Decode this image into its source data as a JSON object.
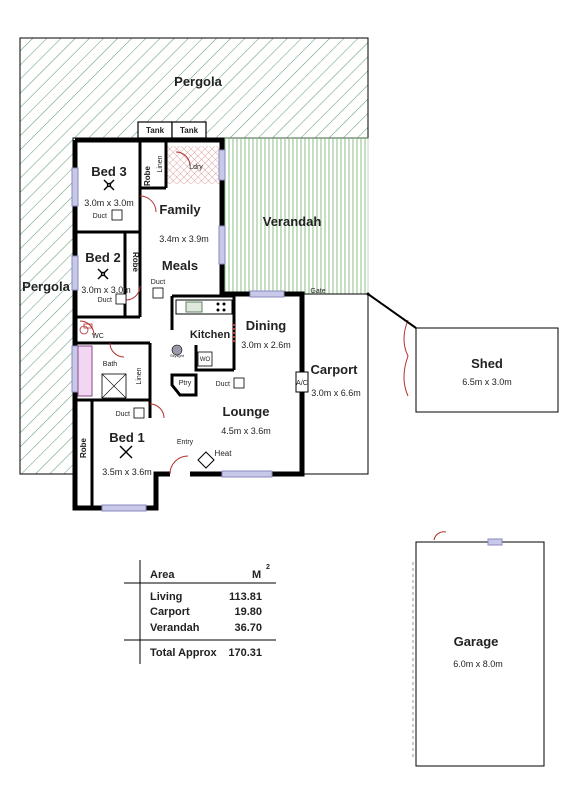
{
  "outdoor": {
    "pergola_top": "Pergola",
    "pergola_left": "Pergola",
    "verandah": "Verandah",
    "gate": "Gate",
    "tank1": "Tank",
    "tank2": "Tank"
  },
  "rooms": {
    "bed3": {
      "name": "Bed 3",
      "dim": "3.0m x 3.0m"
    },
    "bed2": {
      "name": "Bed 2",
      "dim": "3.0m x 3.0m"
    },
    "bed1": {
      "name": "Bed 1",
      "dim": "3.5m x 3.6m"
    },
    "family": {
      "name": "Family",
      "dim": "3.4m x 3.9m"
    },
    "meals": {
      "name": "Meals"
    },
    "kitchen": {
      "name": "Kitchen"
    },
    "dining": {
      "name": "Dining",
      "dim": "3.0m x 2.6m"
    },
    "lounge": {
      "name": "Lounge",
      "dim": "4.5m x 3.6m"
    },
    "carport": {
      "name": "Carport",
      "dim": "3.0m x 6.6m"
    },
    "shed": {
      "name": "Shed",
      "dim": "6.5m x 3.0m"
    },
    "garage": {
      "name": "Garage",
      "dim": "6.0m x 8.0m"
    }
  },
  "labels": {
    "robe1": "Robe",
    "robe2": "Robe",
    "robe3": "Robe",
    "linen1": "Linen",
    "linen2": "Linen",
    "ldry": "Ldry",
    "wc": "WC",
    "bath": "Bath",
    "ptry": "Ptry",
    "wo": "WO",
    "ac": "A/C",
    "entry": "Entry",
    "heat": "Heat",
    "skylight": "Skylight",
    "duct1": "Duct",
    "duct2": "Duct",
    "duct3": "Duct",
    "duct4": "Duct",
    "duct5": "Duct"
  },
  "area_table": {
    "header_label": "Area",
    "header_unit": "M",
    "header_unit_sup": "2",
    "rows": [
      {
        "label": "Living",
        "value": "113.81"
      },
      {
        "label": "Carport",
        "value": "19.80"
      },
      {
        "label": "Verandah",
        "value": "36.70"
      }
    ],
    "total_label": "Total Approx",
    "total_value": "170.31"
  },
  "colors": {
    "pergola_hatch": "#5a9a6a",
    "verandah_hatch": "#7fb87a",
    "window": "#8a8ac0",
    "door_arc": "#b03030",
    "wall": "#000000"
  }
}
